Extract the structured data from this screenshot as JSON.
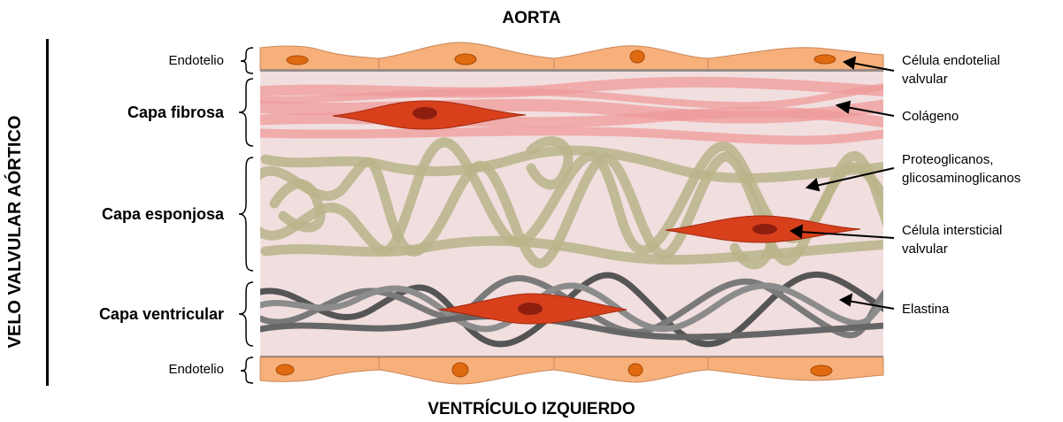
{
  "titles": {
    "top": "AORTA",
    "bottom": "VENTRÍCULO IZQUIERDO",
    "side": "VELO VALVULAR AÓRTICO"
  },
  "layers": {
    "endothelium_top": "Endotelio",
    "fibrosa": "Capa fibrosa",
    "spongiosa": "Capa esponjosa",
    "ventricularis": "Capa ventricular",
    "endothelium_bottom": "Endotelio"
  },
  "annotations": {
    "endothelial_cell_line1": "Célula endotelial",
    "endothelial_cell_line2": "valvular",
    "collagen": "Colágeno",
    "proteoglycans_line1": "Proteoglicanos,",
    "proteoglycans_line2": "glicosaminoglicanos",
    "interstitial_cell_line1": "Célula intersticial",
    "interstitial_cell_line2": "valvular",
    "elastin": "Elastina"
  },
  "colors": {
    "endothelium": "#f7b07a",
    "nucleus_endo": "#e06a10",
    "tissue_bg": "#f1dede",
    "collagen": "#ef9a9a",
    "proteoglycan": "#b9b48a",
    "elastin": "#6b6b6b",
    "interstitial_cell": "#d8401c",
    "interstitial_nucleus": "#8e1f10"
  }
}
